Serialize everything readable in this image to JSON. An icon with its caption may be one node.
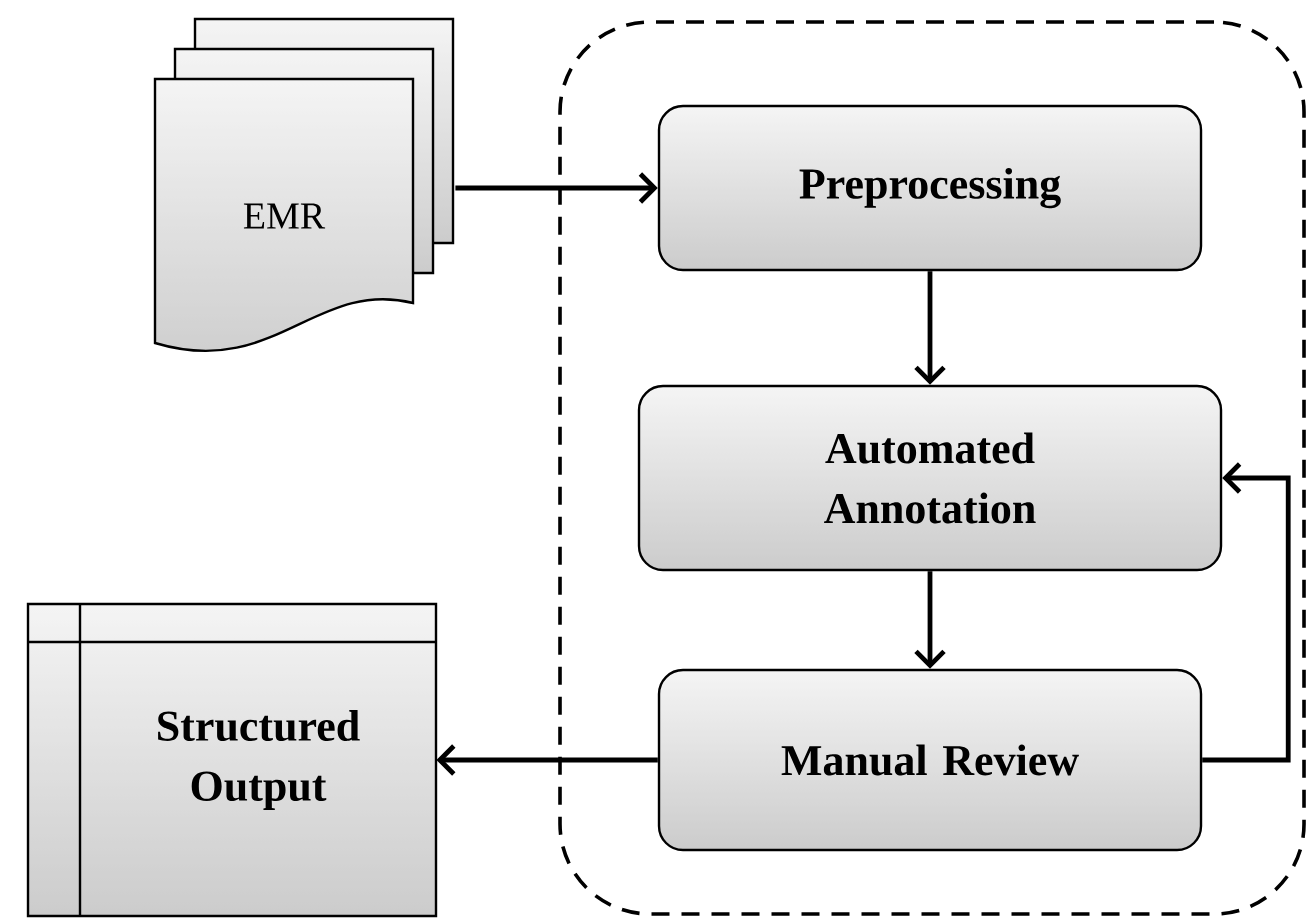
{
  "diagram": {
    "nodes": [
      {
        "text": [],
        "shape": "box"
      },
      {
        "text": [
          "EMR"
        ]
      },
      {
        "text": [
          "Preprocessing"
        ],
        "in": 0
      },
      {
        "text": [
          "Automated Annotation"
        ],
        "in": 0
      },
      {
        "text": [
          "Manual Review"
        ],
        "in": 0
      },
      {
        "text": [
          "Structured Output"
        ]
      }
    ],
    "edges": [
      {
        "from": 1,
        "to": 2,
        "arrow": "to"
      },
      {
        "from": 2,
        "to": 3,
        "arrow": "to"
      },
      {
        "from": 3,
        "to": 4,
        "arrow": "to"
      },
      {
        "from": 4,
        "to": 5,
        "arrow": "to"
      },
      {
        "from": 4,
        "to": 3,
        "arrow": "to"
      }
    ]
  }
}
